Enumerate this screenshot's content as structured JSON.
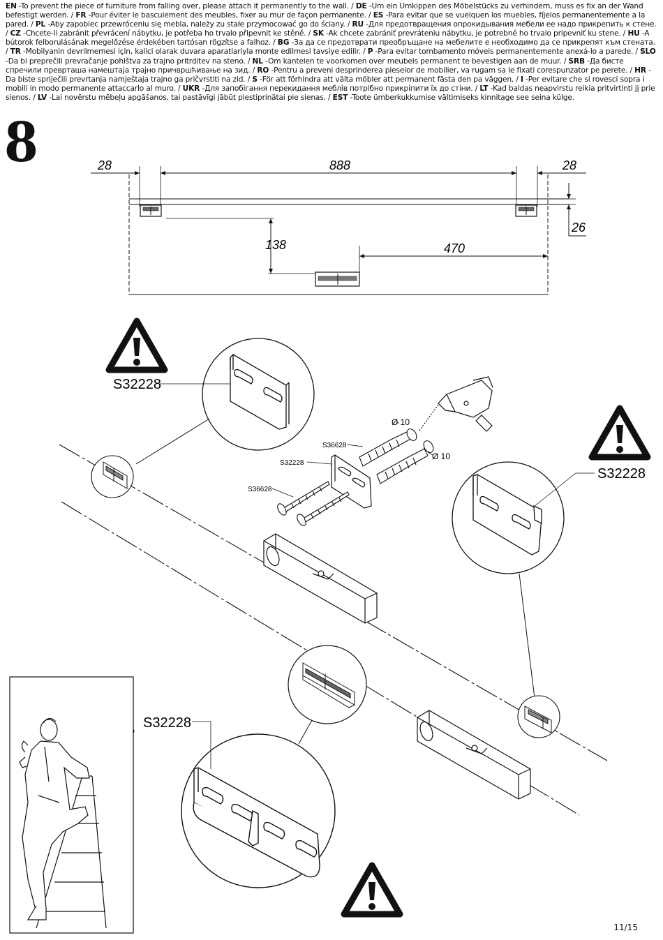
{
  "warnings": [
    {
      "code": "EN",
      "text": "To prevent the piece of furniture from falling over, please attach it permanently to the wall."
    },
    {
      "code": "DE",
      "text": "Um ein Umkippen des Möbelstücks zu verhindern, muss es fix an der Wand befestigt werden."
    },
    {
      "code": "FR",
      "text": "Pour éviter le basculement des meubles, fixer au mur de façon permanente."
    },
    {
      "code": "ES",
      "text": "Para evitar que se vuelquen los muebles, fíjelos permanentemente a la pared."
    },
    {
      "code": "PL",
      "text": "Aby zapobiec przewróceniu się mebla, należy zu stałe przymocować go do ściany."
    },
    {
      "code": "RU",
      "text": "Для предотвращения опрокидывания мебели ее надо прикрепить к стене."
    },
    {
      "code": "CZ",
      "text": "Chcete-li zabránit převrácení nábytku, je potřeba ho trvalo připevnit ke stěně."
    },
    {
      "code": "SK",
      "text": "Ak chcete zabrániť prevráteniu nábytku, je potrebné ho trvalo pripevniť ku stene."
    },
    {
      "code": "HU",
      "text": "A bútorok felborulásának megelőzése érdekében tartósan rögzítse a falhoz."
    },
    {
      "code": "BG",
      "text": "За да се предотврати преобръщане на мебелите е необходимо да се  прикрепят към стената."
    },
    {
      "code": "TR",
      "text": "Mobilyanin devrilmemesi için, kalici olarak duvara aparatlariyla monte edilmesi tavsiye edilir."
    },
    {
      "code": "P",
      "text": "Para evitar tombamento móveis permanentemente anexá-lo a parede."
    },
    {
      "code": "SLO",
      "text": "Da bi preprečili prevračanje pohištva za trajno pritrditev na steno."
    },
    {
      "code": "NL",
      "text": "Om kantelen te voorkomen over meubels permanent te bevestigen aan de muur."
    },
    {
      "code": "SRB",
      "text": "Да бисте спречили преврташа намештаја трајно причвршћивање на зид."
    },
    {
      "code": "RO",
      "text": "Pentru a preveni desprinderea pieselor de mobilier, va rugam sa le fixati corespunzator pe perete."
    },
    {
      "code": "HR",
      "text": "Da biste spriječili prevrtanja namještaja trajno ga pričvrstiti na zid."
    },
    {
      "code": "S",
      "text": "För att förhindra att välta möbler att permanent fästa den pa väggen."
    },
    {
      "code": "I",
      "text": "Per evitare che si rovesci sopra i mobili in modo permanente attaccarlo al muro."
    },
    {
      "code": "UKR",
      "text": "Для запобігання перекидання меблів потрібно прикріпити їх до стіни."
    },
    {
      "code": "LT",
      "text": "Kad baldas neapvirstu reikia pritvirtinti jį prie sienos."
    },
    {
      "code": "LV",
      "text": "Lai novērstu mēbeļu apgāšanos, tai pastāvīgi jābūt piestiprinātai pie sienas."
    },
    {
      "code": "EST",
      "text": "Toote ümberkukkumise vältimiseks kinnitage see seina külge."
    }
  ],
  "step_number": "8",
  "dimensions": {
    "left_offset": "28",
    "span": "888",
    "right_offset": "28",
    "top_offset": "26",
    "vertical_drop": "138",
    "center_offset": "470"
  },
  "parts": {
    "bracket_code": "S32228",
    "screw_code": "S36628",
    "drill_diameter": "Ø 10"
  },
  "page_number": "11/15"
}
